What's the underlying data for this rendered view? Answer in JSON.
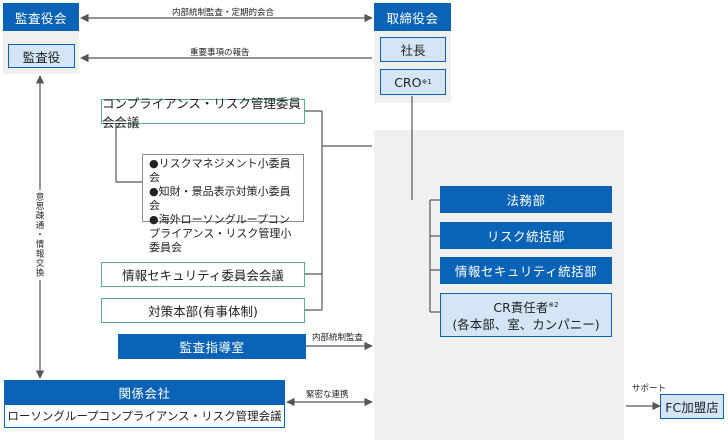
{
  "audit_group": {
    "header": "監査役会",
    "member": "監査役"
  },
  "board_group": {
    "header": "取締役会",
    "president": "社長",
    "cro": "CRO",
    "cro_note": "※1"
  },
  "arrows": {
    "top": "内部統制監査・定期的会合",
    "report": "重要事項の報告",
    "vertical": "意思疎通・情報交換",
    "audit_flow": "内部統制監査",
    "cooperation": "緊密な連携",
    "support": "サポート"
  },
  "committees": {
    "compliance": "コンプライアンス・リスク管理委員会会議",
    "subcommittees": [
      "●リスクマネジメント小委員会",
      "●知財・景品表示対策小委員会",
      "●海外ローソングループコンプライアンス・リスク管理小委員会"
    ],
    "infosec": "情報セキュリティ委員会会議",
    "task_force": "対策本部(有事体制)",
    "audit_office": "監査指導室"
  },
  "departments": {
    "legal": "法務部",
    "risk": "リスク統括部",
    "infosec": "情報セキュリティ統括部",
    "cr_officer": "CR責任者",
    "cr_note": "※2",
    "cr_scope": "(各本部、室、カンパニー)"
  },
  "affiliates": {
    "header": "関係会社",
    "meeting": "ローソングループコンプライアンス・リスク管理会議"
  },
  "fc": {
    "label": "FC加盟店"
  }
}
